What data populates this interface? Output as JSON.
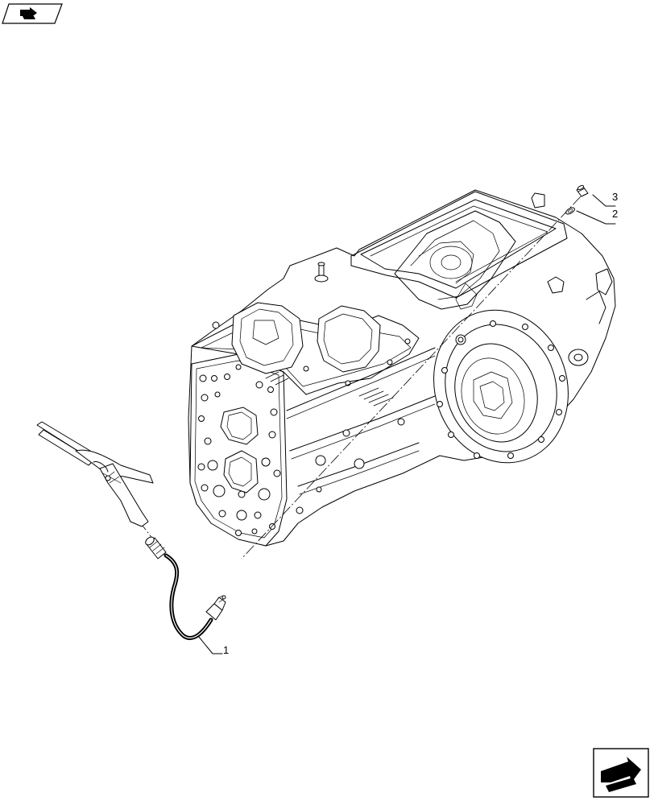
{
  "callouts": [
    {
      "id": "1",
      "label": "1"
    },
    {
      "id": "2",
      "label": "2"
    },
    {
      "id": "3",
      "label": "3"
    }
  ],
  "icons": {
    "top_left": "navigate-icon",
    "bottom_right": "next-page-icon"
  }
}
